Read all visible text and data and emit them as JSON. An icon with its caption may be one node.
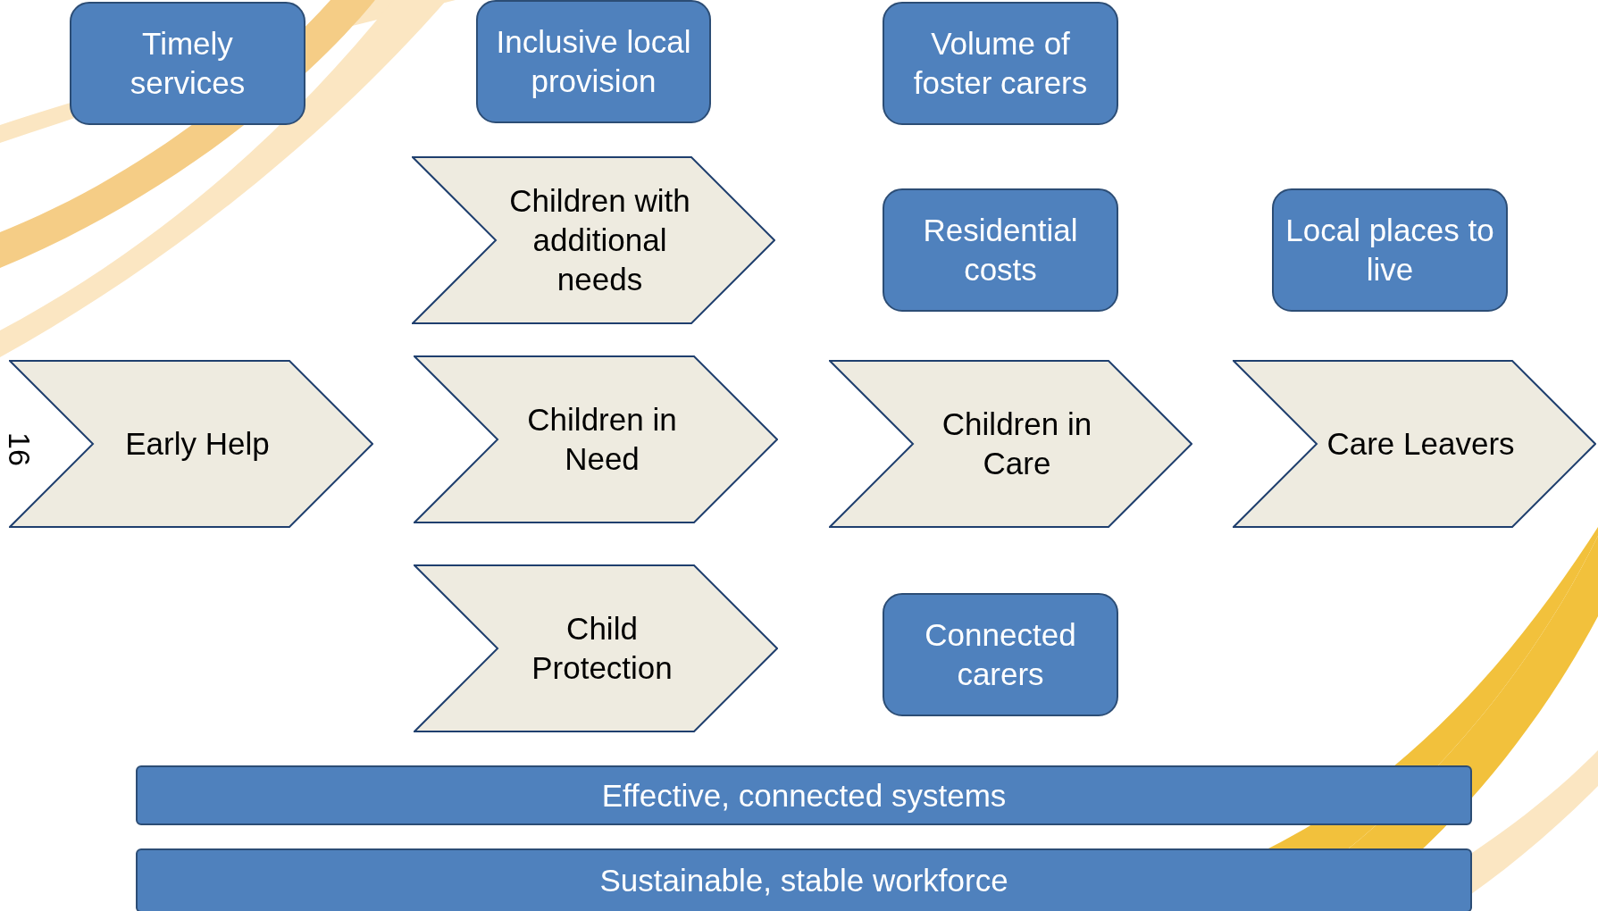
{
  "diagram": {
    "nodes": [
      {
        "text": [
          "Timely services"
        ]
      },
      {
        "text": [
          "Inclusive local provision"
        ]
      },
      {
        "text": [
          "Volume of foster carers"
        ]
      },
      {
        "text": [
          "Children with additional needs"
        ]
      },
      {
        "text": [
          "Residential costs"
        ]
      },
      {
        "text": [
          "Local places to live"
        ]
      },
      {
        "text": [
          "Early Help"
        ]
      },
      {
        "text": [
          "Children in Need"
        ]
      },
      {
        "text": [
          "Children in Care"
        ]
      },
      {
        "text": [
          "Care Leavers"
        ]
      },
      {
        "text": [
          "Child Protection"
        ]
      },
      {
        "text": [
          "Connected carers"
        ]
      },
      {
        "text": [
          "Effective, connected systems"
        ]
      },
      {
        "text": [
          "Sustainable, stable workforce"
        ]
      }
    ],
    "labels": [
      "16"
    ]
  }
}
